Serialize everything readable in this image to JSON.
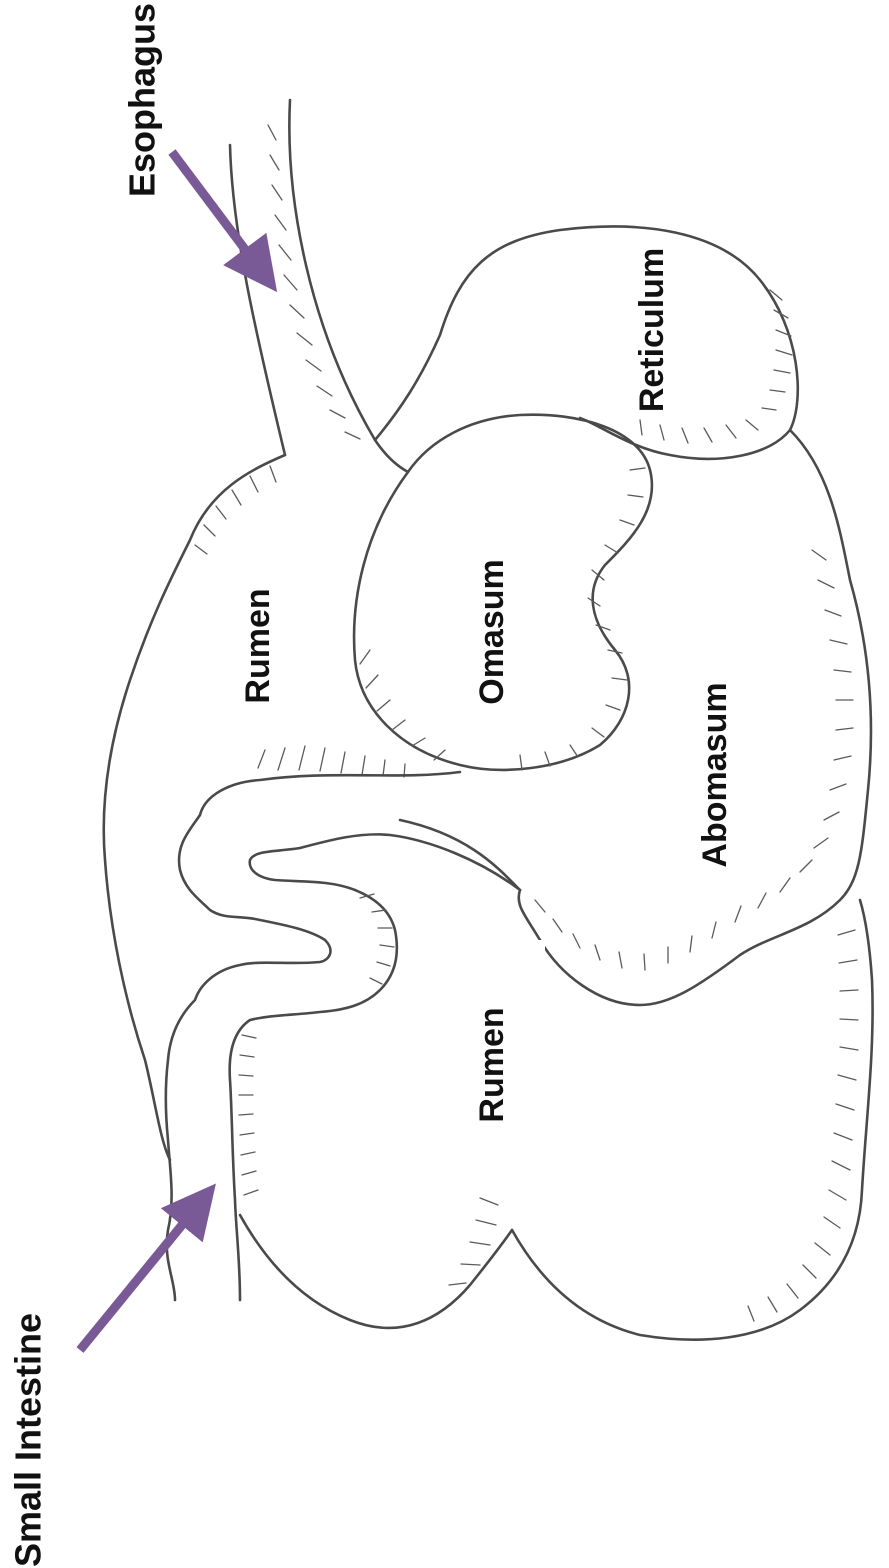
{
  "labels": {
    "esophagus": "Esophagus",
    "small_intestine": "Small Intestine",
    "reticulum": "Reticulum",
    "omasum": "Omasum",
    "abomasum": "Abomasum",
    "rumen_upper": "Rumen",
    "rumen_lower": "Rumen"
  },
  "colors": {
    "arrow": "#7a5a96",
    "outline": "#4a4a4a",
    "text": "#111111",
    "background": "#ffffff"
  }
}
